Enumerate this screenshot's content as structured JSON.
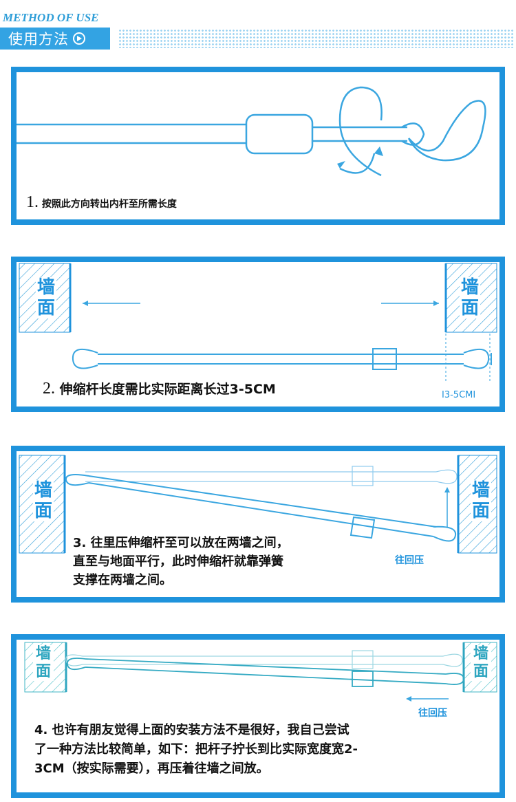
{
  "header": {
    "subtitle": "METHOD OF USE",
    "title": "使用方法"
  },
  "step1": {
    "number": "1.",
    "text": "按照此方向转出内杆至所需长度"
  },
  "step2": {
    "number": "2.",
    "text": "伸缩杆长度需比实际距离长过3-5CM",
    "wall_label_left": "墙面",
    "wall_label_right": "墙面",
    "gap_label": "I3-5CMI"
  },
  "step3": {
    "line1": "3. 往里压伸缩杆至可以放在两墙之间，",
    "line2": "直至与地面平行，此时伸缩杆就靠弹簧",
    "line3": "支撑在两墙之间。",
    "wall_label_left": "墙面",
    "wall_label_right": "墙面",
    "press_label": "往回压"
  },
  "step4": {
    "line1": "4. 也许有朋友觉得上面的安装方法不是很好，我自己尝试",
    "line2": "了一种方法比较简单，如下：把杆子拧长到比实际宽度宽2-",
    "line3": "3CM（按实际需要），再压着往墙之间放。",
    "wall_label_left": "墙面",
    "wall_label_right": "墙面",
    "press_label": "往回压"
  },
  "colors": {
    "accent": "#1f93dc",
    "line": "#3aa6e0",
    "hatch": "#2f9ed8"
  }
}
